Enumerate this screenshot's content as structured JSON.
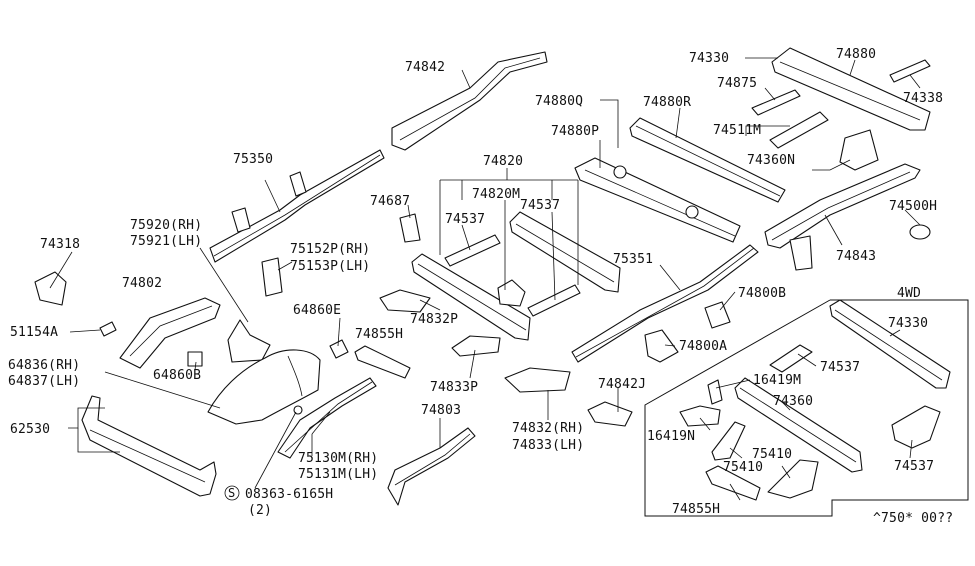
{
  "diagram": {
    "box_title": "4WD",
    "footer_code": "^750* 00??",
    "labels": {
      "p74842": "74842",
      "p74330": "74330",
      "p74880": "74880",
      "p74875": "74875",
      "p74338": "74338",
      "p74880Q": "74880Q",
      "p74880R": "74880R",
      "p74511M": "74511M",
      "p74880P": "74880P",
      "p74360N": "74360N",
      "p75350": "75350",
      "p74820": "74820",
      "p74820M": "74820M",
      "p74687": "74687",
      "p74537a": "74537",
      "p74537b": "74537",
      "p74500H": "74500H",
      "p75920": "75920(RH)",
      "p75921": "75921(LH)",
      "p74318": "74318",
      "p75152P": "75152P(RH)",
      "p75153P": "75153P(LH)",
      "p74843": "74843",
      "p75351": "75351",
      "p74802": "74802",
      "p74800B": "74800B",
      "p64860E": "64860E",
      "p51154A": "51154A",
      "p74832P": "74832P",
      "p74855Ha": "74855H",
      "p74330b": "74330",
      "p74800A": "74800A",
      "p64836": "64836(RH)",
      "p64837": "64837(LH)",
      "p64860B": "64860B",
      "p74537c": "74537",
      "p74833P": "74833P",
      "p16419M": "16419M",
      "p74360": "74360",
      "p74842J": "74842J",
      "p62530": "62530",
      "p74803": "74803",
      "p16419N": "16419N",
      "p75410a": "75410",
      "p75410b": "75410",
      "p74537d": "74537",
      "p75130M": "75130M(RH)",
      "p75131M": "75131M(LH)",
      "p74832": "74832(RH)",
      "p74833": "74833(LH)",
      "p08363": "08363-6165H",
      "p08363q": "(2)",
      "s_symbol": "S",
      "p74855Hb": "74855H"
    }
  }
}
